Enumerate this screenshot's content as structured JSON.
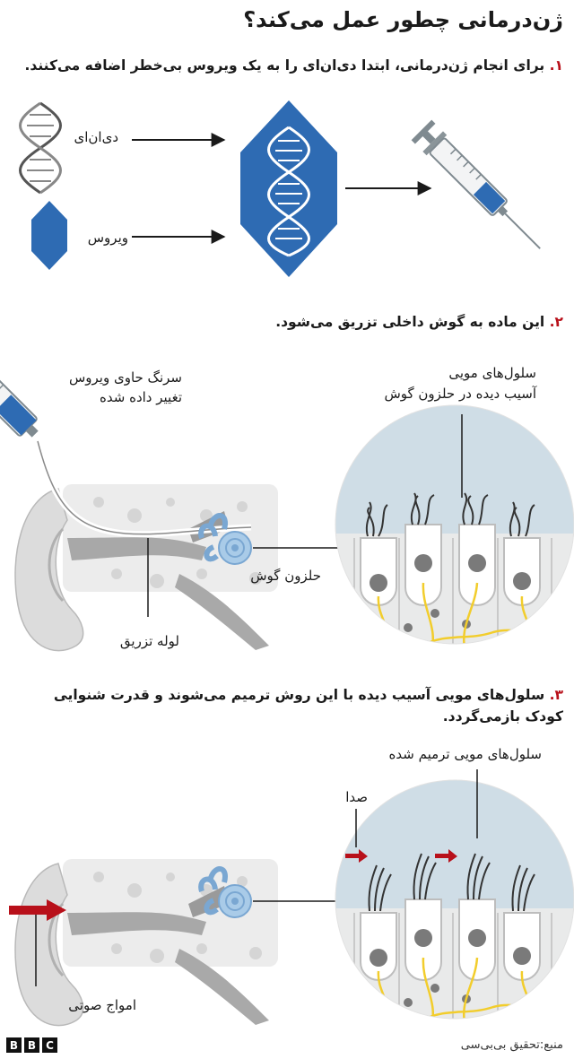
{
  "title": "ژن‌درمانی چطور عمل می‌کند؟",
  "steps": [
    {
      "num": "۱.",
      "text": "برای انجام ژن‌درمانی، ابتدا دی‌ان‌ای را به یک ویروس بی‌خطر اضافه می‌کنند."
    },
    {
      "num": "۲.",
      "text": "این ماده به گوش داخلی تزریق می‌شود."
    },
    {
      "num": "۳.",
      "line1": "سلول‌های مویی آسیب دیده با این روش ترمیم می‌شوند و قدرت شنوایی",
      "line2": "کودک بازمی‌گردد."
    }
  ],
  "labels": {
    "dna": "دی‌ان‌ای",
    "virus": "ویروس",
    "syringe_line1": "سرنگ حاوی ویروس",
    "syringe_line2": "تغییر داده شده",
    "damaged_line1": "سلول‌های مویی",
    "damaged_line2": "آسیب دیده در حلزون گوش",
    "cochlea": "حلزون گوش",
    "tube": "لوله تزریق",
    "repaired": "سلول‌های مویی ترمیم شده",
    "sound": "صدا",
    "sound_waves": "امواج صوتی"
  },
  "footer": {
    "source": "منبع:تحقیق بی‌بی‌سی",
    "logo": [
      "B",
      "B",
      "C"
    ]
  },
  "colors": {
    "accent_blue": "#2e6bb3",
    "arrow_red": "#b8101a",
    "nerve_yellow": "#f2cd2c",
    "cell_bg": "#cfdde6"
  }
}
